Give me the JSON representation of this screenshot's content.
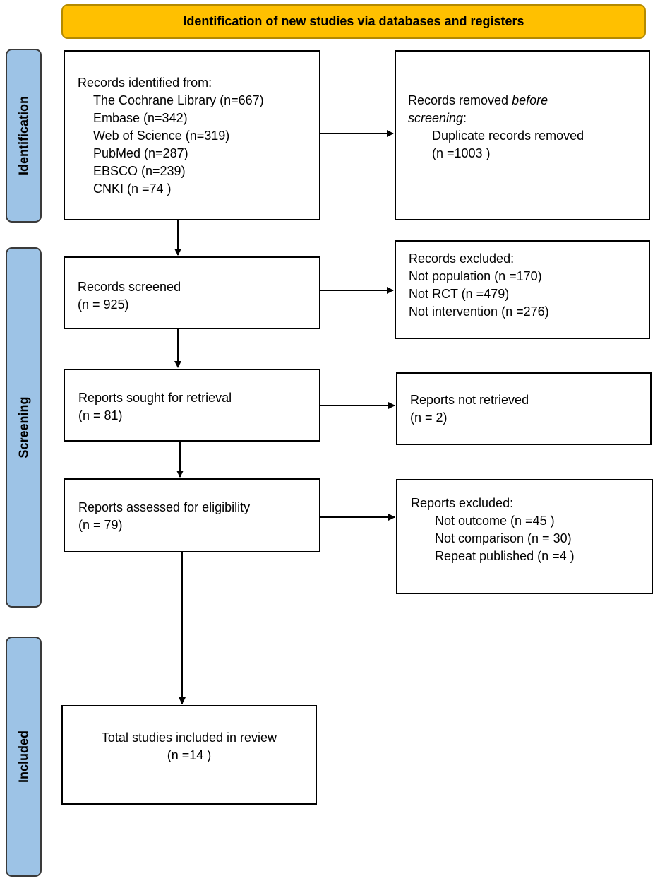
{
  "header": {
    "title": "Identification of new studies via databases and registers"
  },
  "phases": {
    "identification": "Identification",
    "screening": "Screening",
    "included": "Included"
  },
  "records_identified": {
    "heading": "Records identified from:",
    "sources": [
      "The Cochrane Library (n=667)",
      "Embase (n=342)",
      "Web of Science (n=319)",
      "PubMed (n=287)",
      "EBSCO (n=239)",
      "CNKI (n =74 )"
    ]
  },
  "records_removed": {
    "heading_prefix": "Records removed ",
    "heading_emphasis_1": "before",
    "heading_emphasis_2": "screening",
    "heading_suffix": ":",
    "item_label": "Duplicate records removed",
    "item_count": "(n =1003 )"
  },
  "records_screened": {
    "label": "Records screened",
    "count": "(n = 925)"
  },
  "records_excluded": {
    "heading": "Records excluded:",
    "items": [
      "Not population (n =170)",
      "Not RCT (n =479)",
      "Not intervention (n =276)"
    ]
  },
  "reports_sought": {
    "label": "Reports sought for retrieval",
    "count": "(n = 81)"
  },
  "reports_not_retrieved": {
    "label": "Reports not retrieved",
    "count": "(n = 2)"
  },
  "reports_assessed": {
    "label": "Reports assessed for eligibility",
    "count": "(n = 79)"
  },
  "reports_excluded": {
    "heading": "Reports excluded:",
    "items": [
      "Not outcome (n =45 )",
      "Not comparison (n = 30)",
      "Repeat published (n =4 )"
    ]
  },
  "included": {
    "label": "Total studies included in review",
    "count": "(n =14 )"
  }
}
